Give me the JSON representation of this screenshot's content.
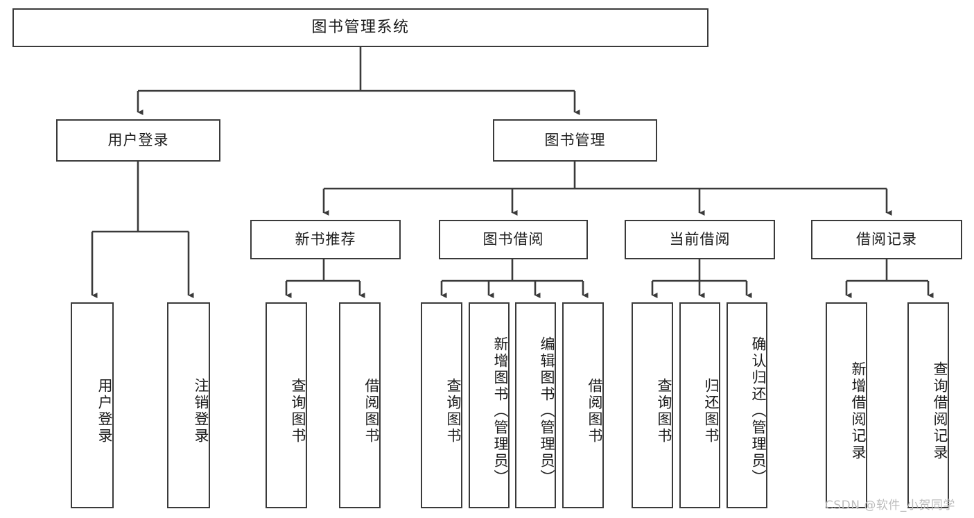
{
  "diagram": {
    "title": "图书管理系统",
    "type": "tree",
    "root": {
      "id": "root",
      "label": "图书管理系统",
      "orientation": "horizontal"
    },
    "level2": [
      {
        "id": "user-login",
        "label": "用户登录",
        "orientation": "horizontal"
      },
      {
        "id": "book-manage",
        "label": "图书管理",
        "orientation": "horizontal"
      }
    ],
    "level3": [
      {
        "id": "new-book-recommend",
        "label": "新书推荐",
        "orientation": "horizontal",
        "parent": "book-manage"
      },
      {
        "id": "book-borrow",
        "label": "图书借阅",
        "orientation": "horizontal",
        "parent": "book-manage"
      },
      {
        "id": "current-borrow",
        "label": "当前借阅",
        "orientation": "horizontal",
        "parent": "book-manage"
      },
      {
        "id": "borrow-record",
        "label": "借阅记录",
        "orientation": "horizontal",
        "parent": "book-manage"
      }
    ],
    "leaves": [
      {
        "id": "leaf-user-login",
        "label": "用户登录",
        "orientation": "vertical",
        "parent": "user-login"
      },
      {
        "id": "leaf-user-logout",
        "label": "注销登录",
        "orientation": "vertical",
        "parent": "user-login"
      },
      {
        "id": "leaf-query-book-1",
        "label": "查询图书",
        "orientation": "vertical",
        "parent": "new-book-recommend"
      },
      {
        "id": "leaf-borrow-book-1",
        "label": "借阅图书",
        "orientation": "vertical",
        "parent": "new-book-recommend"
      },
      {
        "id": "leaf-query-book-2",
        "label": "查询图书",
        "orientation": "vertical",
        "parent": "book-borrow"
      },
      {
        "id": "leaf-add-book",
        "label": "新增图书（管理员）",
        "orientation": "vertical",
        "parent": "book-borrow"
      },
      {
        "id": "leaf-edit-book",
        "label": "编辑图书（管理员）",
        "orientation": "vertical",
        "parent": "book-borrow"
      },
      {
        "id": "leaf-borrow-book-2",
        "label": "借阅图书",
        "orientation": "vertical",
        "parent": "book-borrow"
      },
      {
        "id": "leaf-query-book-3",
        "label": "查询图书",
        "orientation": "vertical",
        "parent": "current-borrow"
      },
      {
        "id": "leaf-return-book",
        "label": "归还图书",
        "orientation": "vertical",
        "parent": "current-borrow"
      },
      {
        "id": "leaf-confirm-return",
        "label": "确认归还（管理员）",
        "orientation": "vertical",
        "parent": "current-borrow"
      },
      {
        "id": "leaf-add-record",
        "label": "新增借阅记录",
        "orientation": "vertical",
        "parent": "borrow-record"
      },
      {
        "id": "leaf-query-record",
        "label": "查询借阅记录",
        "orientation": "vertical",
        "parent": "borrow-record"
      }
    ]
  },
  "watermark": {
    "text": "CSDN @软件_小贺同学"
  },
  "colors": {
    "box_border": "#3a3a3a",
    "box_fill": "#ffffff",
    "text": "#1b1b1b",
    "edge": "#3a3a3a",
    "watermark": "#bcbcbc",
    "background": "#ffffff"
  }
}
